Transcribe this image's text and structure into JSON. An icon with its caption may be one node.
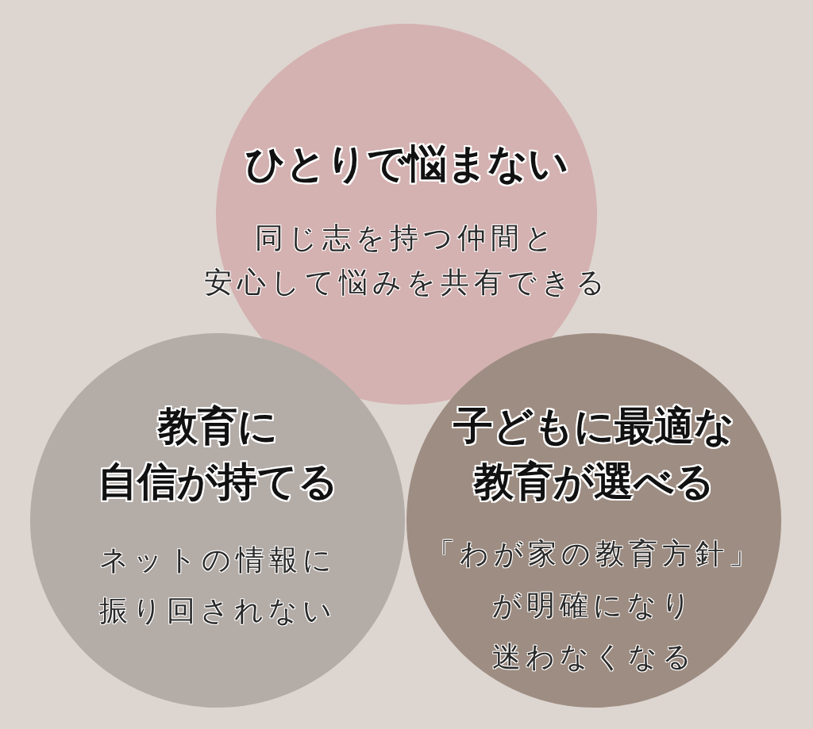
{
  "diagram": {
    "nodes": [
      {
        "text": [
          "ひとりで悩まない",
          "同じ志を持つ仲間と安心して悩みを共有できる"
        ]
      },
      {
        "text": [
          "教育に自信が持てる",
          "ネットの情報に振り回されない"
        ]
      },
      {
        "text": [
          "子どもに最適な教育が選べる",
          "「わが家の教育方針」が明確になり迷わなくなる"
        ]
      }
    ],
    "edges": []
  }
}
